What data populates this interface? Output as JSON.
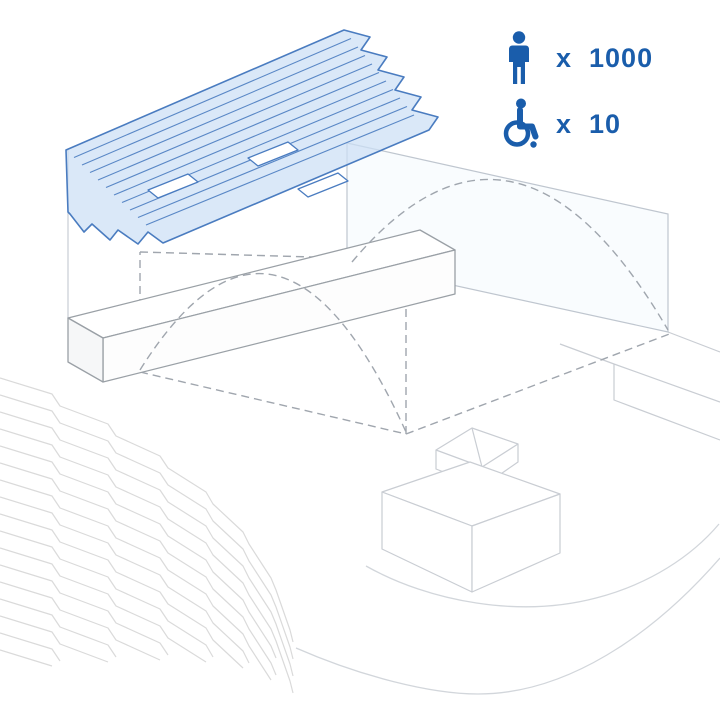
{
  "legend": {
    "items": [
      {
        "icon": "person-icon",
        "label": "x  1000",
        "value": 1000
      },
      {
        "icon": "wheelchair-icon",
        "label": "x  10",
        "value": 10
      }
    ]
  },
  "colors": {
    "accent_blue": "#1a5dab",
    "structure_stroke": "#4a7cc0",
    "structure_fill": "#ccdff5",
    "dash_gray": "#a0a6ae",
    "plane_fill": "#f8fbfe",
    "plane_stroke": "#bfc6cf",
    "terrain_gray": "#dadada",
    "building_gray": "#c9cdd3"
  }
}
